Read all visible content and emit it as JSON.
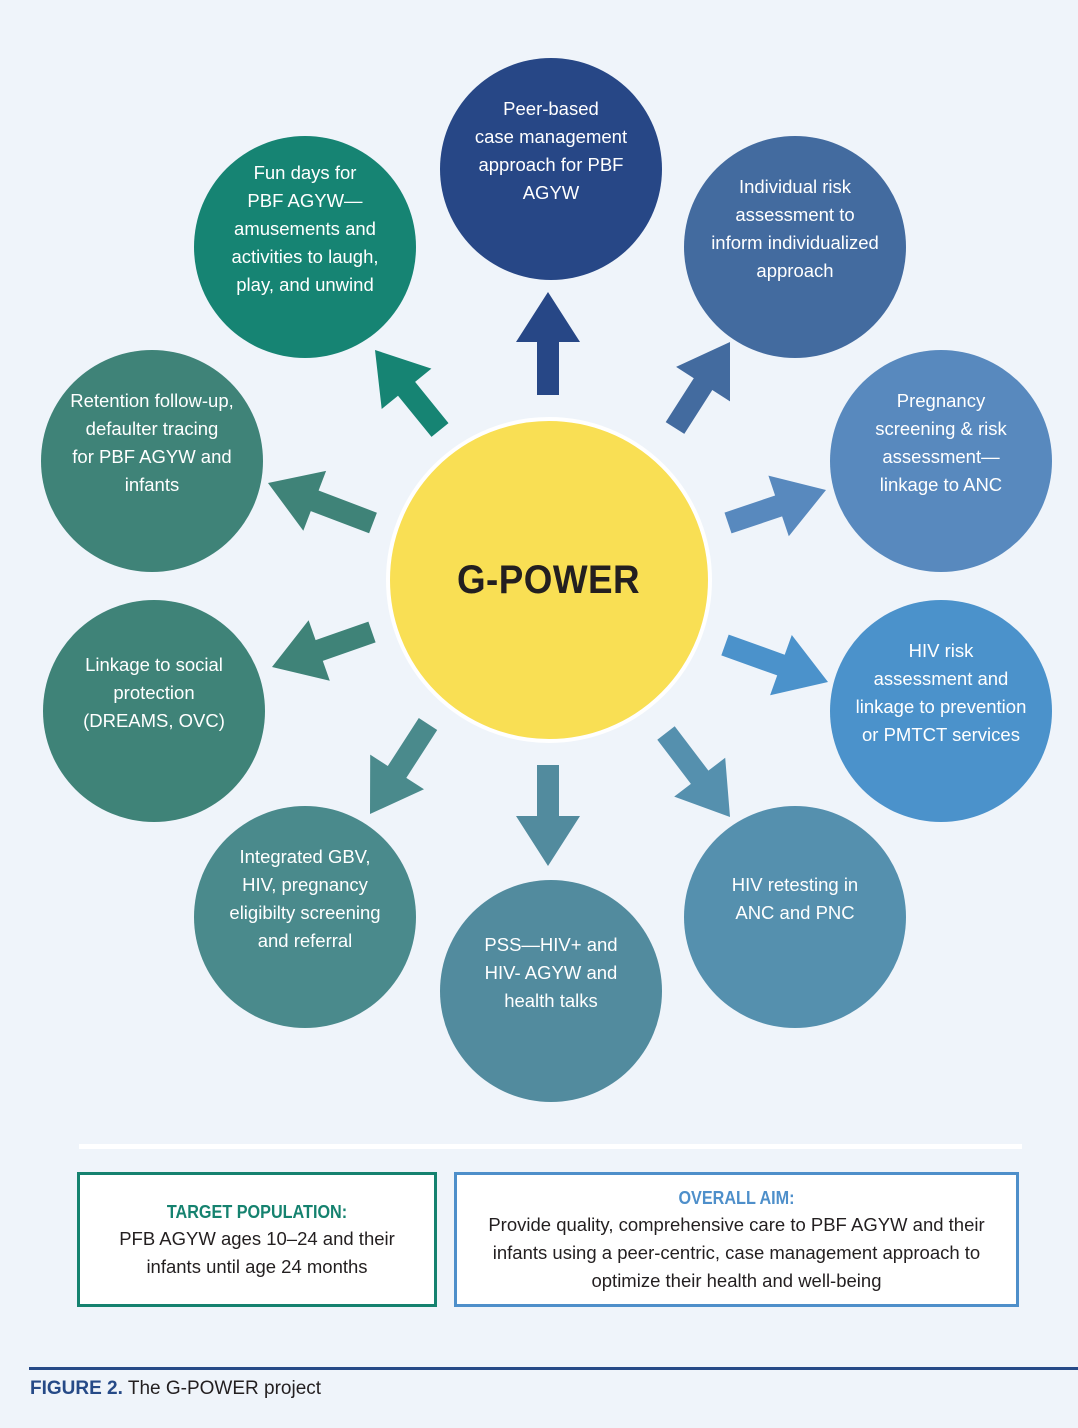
{
  "hub": {
    "label": "G-POWER",
    "color": "#f9df54"
  },
  "nodes": [
    {
      "id": "peer-case-management",
      "label": "Peer-based\ncase management\napproach for PBF\nAGYW",
      "color": "#274786",
      "direction": "up"
    },
    {
      "id": "individual-risk-assessment",
      "label": "Individual risk\nassessment to\ninform individualized\napproach",
      "color": "#436b9f",
      "direction": "up-right"
    },
    {
      "id": "pregnancy-screening",
      "label": "Pregnancy\nscreening & risk\nassessment—\nlinkage to ANC",
      "color": "#5889be",
      "direction": "right-up"
    },
    {
      "id": "hiv-risk-assessment",
      "label": "HIV risk\nassessment and\nlinkage to prevention\nor PMTCT services",
      "color": "#4b92cb",
      "direction": "right-down"
    },
    {
      "id": "hiv-retesting",
      "label": "HIV retesting in\nANC and PNC",
      "color": "#5590ae",
      "direction": "down-right"
    },
    {
      "id": "pss-health-talks",
      "label": "PSS—HIV+ and\nHIV- AGYW and\nhealth talks",
      "color": "#528b9e",
      "direction": "down"
    },
    {
      "id": "integrated-gbv-screening",
      "label": "Integrated GBV,\nHIV, pregnancy\neligibilty screening\nand referral",
      "color": "#4a8a8c",
      "direction": "down-left"
    },
    {
      "id": "social-protection-linkage",
      "label": "Linkage to social\nprotection\n(DREAMS, OVC)",
      "color": "#3f8378",
      "direction": "left-down"
    },
    {
      "id": "retention-follow-up",
      "label": "Retention follow-up,\ndefaulter tracing\nfor PBF AGYW and\ninfants",
      "color": "#3f8378",
      "direction": "left-up"
    },
    {
      "id": "fun-days",
      "label": "Fun days for\nPBF AGYW—\namusements and\nactivities to laugh,\nplay, and unwind",
      "color": "#168473",
      "direction": "up-left"
    }
  ],
  "boxes": {
    "target": {
      "title": "TARGET POPULATION:",
      "body": "PFB AGYW ages 10–24 and their\ninfants until age 24 months",
      "color": "#15826f"
    },
    "aim": {
      "title": "OVERALL AIM:",
      "body": "Provide quality, comprehensive care to PBF AGYW and their\ninfants using a peer-centric, case management approach to\noptimize their health and well-being",
      "color": "#4e8fca"
    }
  },
  "caption": {
    "label": "FIGURE 2.",
    "text": " The G-POWER project"
  }
}
